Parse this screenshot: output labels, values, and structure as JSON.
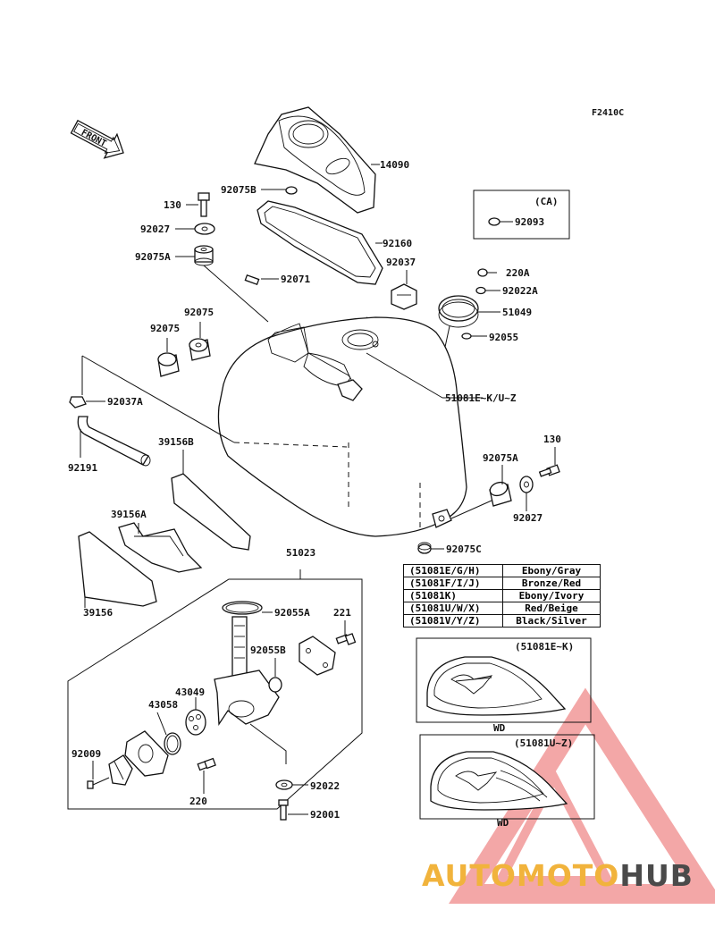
{
  "figure_code": "F2410C",
  "front_label": "FRONT",
  "ca_box": {
    "label": "(CA)",
    "part": "92093"
  },
  "parts": {
    "p14090": "14090",
    "p92075B": "92075B",
    "p130a": "130",
    "p92027a": "92027",
    "p92075Aa": "92075A",
    "p92160": "92160",
    "p92037": "92037",
    "p220A": "220A",
    "p92022A": "92022A",
    "p92071": "92071",
    "p51049": "51049",
    "p92075a": "92075",
    "p92075b": "92075",
    "p92055": "92055",
    "p92037A": "92037A",
    "p51081": "51081E~K/U~Z",
    "p92191": "92191",
    "p39156B": "39156B",
    "p130b": "130",
    "p92075Ab": "92075A",
    "p39156A": "39156A",
    "p92027b": "92027",
    "p92075C": "92075C",
    "p51023": "51023",
    "p39156": "39156",
    "p92055A": "92055A",
    "p221": "221",
    "p92055B": "92055B",
    "p43049": "43049",
    "p43058": "43058",
    "p92009": "92009",
    "p220": "220",
    "p92022": "92022",
    "p92001": "92001"
  },
  "color_table": [
    {
      "model": "(51081E/G/H)",
      "color": "Ebony/Gray"
    },
    {
      "model": "(51081F/I/J)",
      "color": "Bronze/Red"
    },
    {
      "model": "(51081K)",
      "color": "Ebony/Ivory"
    },
    {
      "model": "(51081U/W/X)",
      "color": "Red/Beige"
    },
    {
      "model": "(51081V/Y/Z)",
      "color": "Black/Silver"
    }
  ],
  "tank_views": [
    {
      "label": "(51081E~K)",
      "side_label": "WD"
    },
    {
      "label": "(51081U~Z)",
      "side_label": "WD"
    }
  ],
  "watermark": {
    "part1": "AUTOMOTO",
    "part2": "HUB",
    "color1": "#f1b33c",
    "color2": "#4a4a4a",
    "triangle_color": "#e53935"
  }
}
